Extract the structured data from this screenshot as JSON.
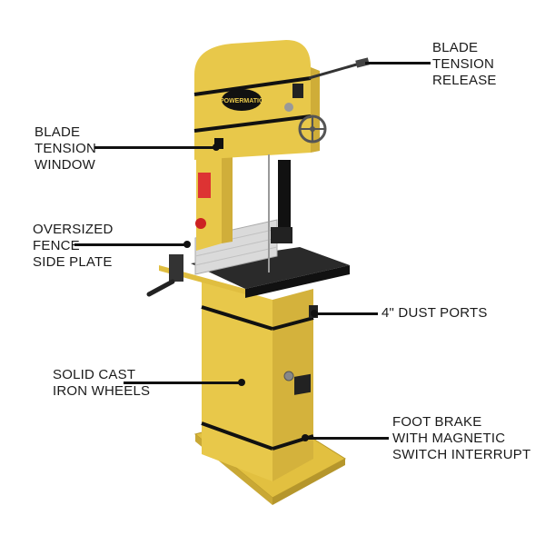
{
  "brand": {
    "logo_text": "POWERMATIC",
    "body_color": "#e8c84a",
    "trim_color": "#111111"
  },
  "callouts": {
    "blade_tension_release": {
      "lines": [
        "BLADE",
        "TENSION",
        "RELEASE"
      ]
    },
    "blade_tension_window": {
      "lines": [
        "BLADE",
        "TENSION",
        "WINDOW"
      ]
    },
    "oversized_fence_side_plate": {
      "lines": [
        "OVERSIZED",
        "FENCE",
        "SIDE PLATE"
      ]
    },
    "dust_ports": {
      "lines": [
        "4\" DUST PORTS"
      ]
    },
    "solid_cast_iron_wheels": {
      "lines": [
        "SOLID CAST",
        "IRON WHEELS"
      ]
    },
    "foot_brake": {
      "lines": [
        "FOOT BRAKE",
        "WITH MAGNETIC",
        "SWITCH INTERRUPT"
      ]
    }
  }
}
